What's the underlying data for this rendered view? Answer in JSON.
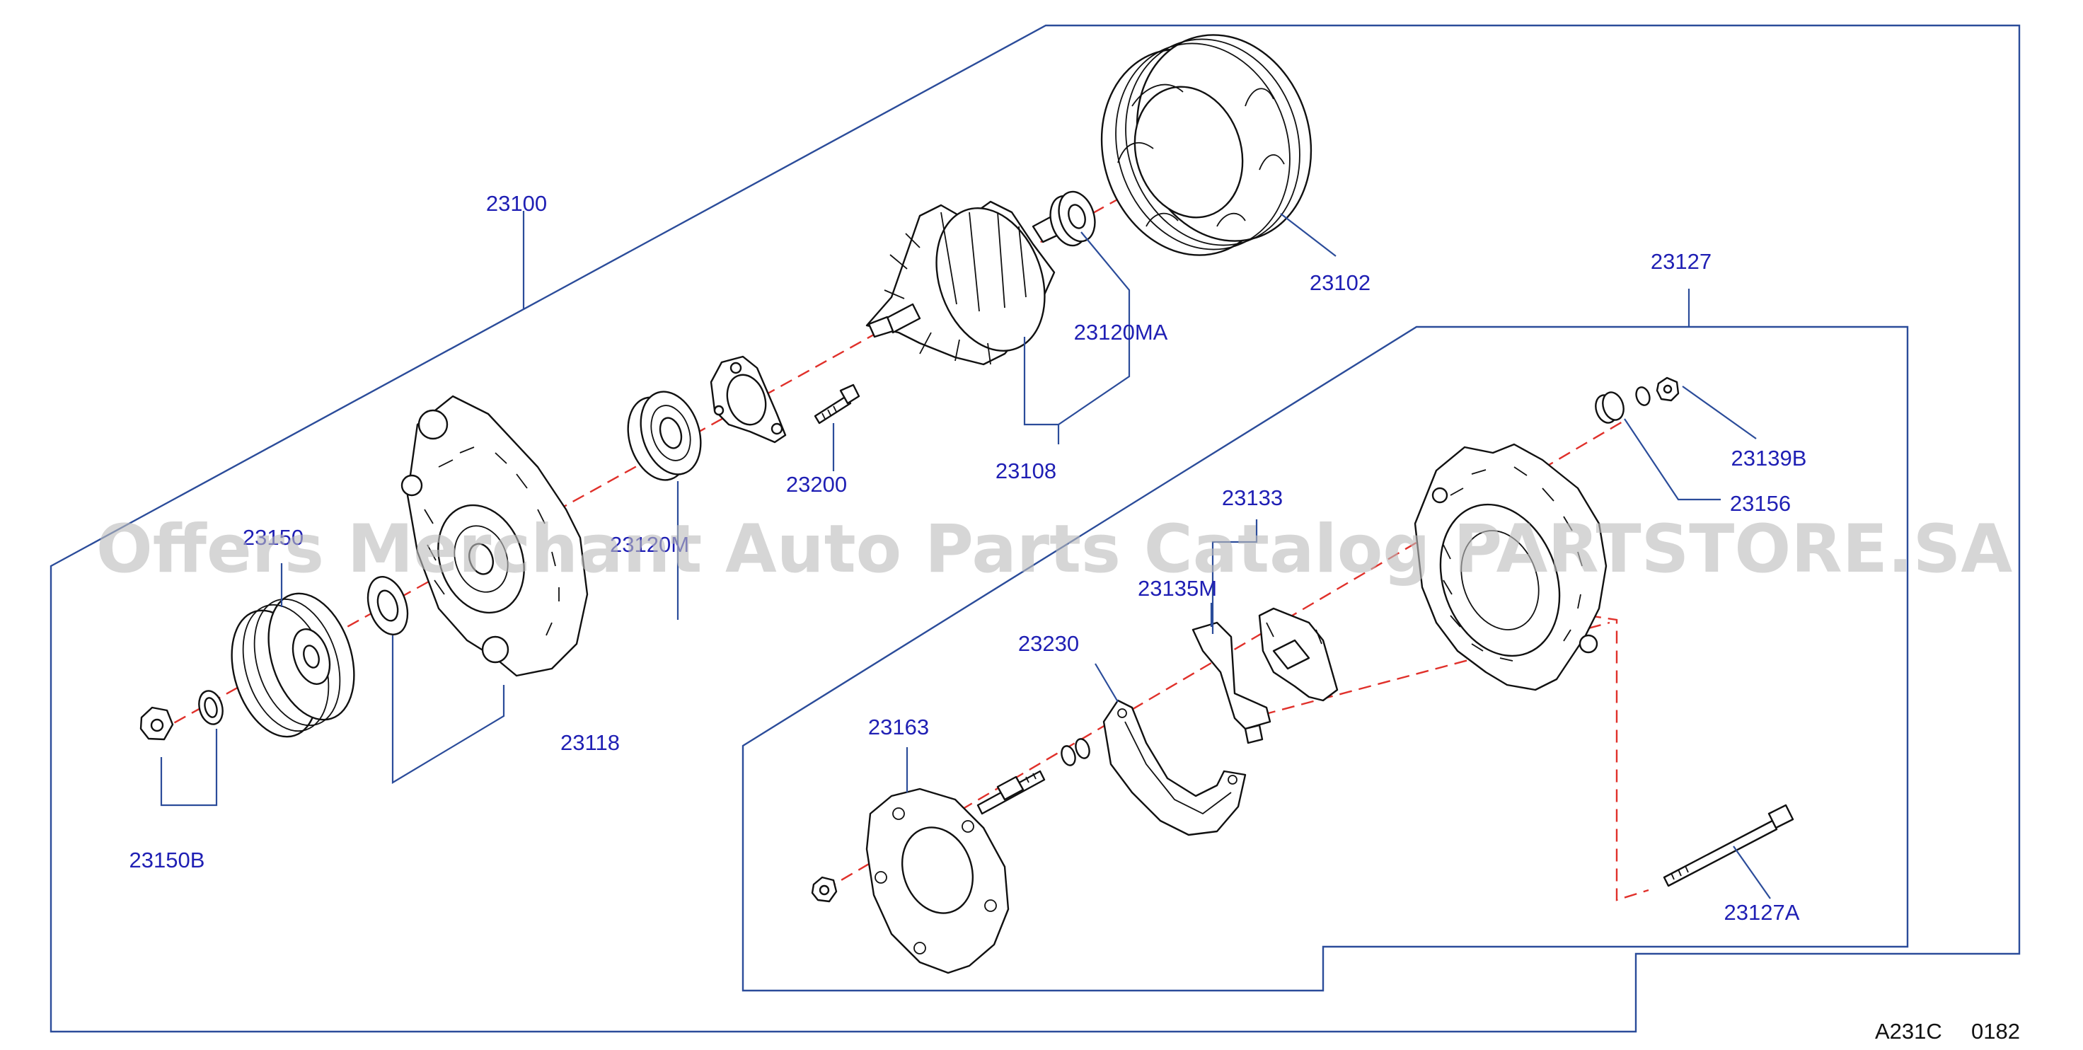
{
  "diagram_code": "A231C",
  "diagram_sheet": "0182",
  "watermark": "Offers Merchant Auto Parts Catalog PARTSTORE.SA",
  "callouts": {
    "c23100": "23100",
    "c23102": "23102",
    "c23120MA": "23120MA",
    "c23108": "23108",
    "c23200": "23200",
    "c23150": "23150",
    "c23120M": "23120M",
    "c23118": "23118",
    "c23150B": "23150B",
    "c23127": "23127",
    "c23139B": "23139B",
    "c23156": "23156",
    "c23133": "23133",
    "c23135M": "23135M",
    "c23230": "23230",
    "c23163": "23163",
    "c23127A": "23127A"
  },
  "colors": {
    "frame_lines": "#2b4c9a",
    "callout_text": "#1f1fb4",
    "axis_dash": "#e0302a",
    "part_outline": "#111111",
    "watermark": "#bdbdbd"
  }
}
